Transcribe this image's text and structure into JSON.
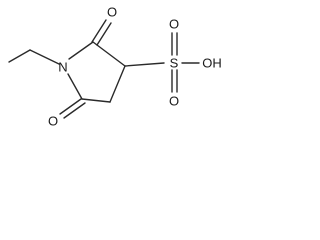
{
  "molecule": {
    "atoms": {
      "N": "N",
      "O_top": "O",
      "O_bottom": "O",
      "O_s_top": "O",
      "O_s_bottom": "O",
      "S": "S",
      "OH": "OH"
    }
  },
  "colors": {
    "bond": "#2a2a2a",
    "text": "#1a1a1a",
    "background": "#ffffff"
  }
}
